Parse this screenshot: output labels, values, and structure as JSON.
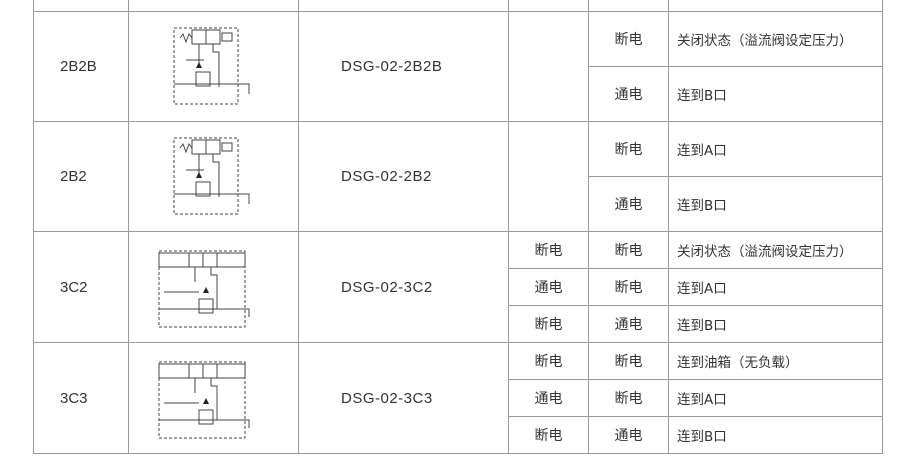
{
  "rows": [
    {
      "code": "2B2B",
      "model": "DSG-02-2B2B",
      "states": [
        {
          "a": "",
          "b": "断电",
          "desc": "关闭状态（溢流阀设定压力）"
        },
        {
          "a": "",
          "b": "通电",
          "desc": "连到B口"
        }
      ]
    },
    {
      "code": "2B2",
      "model": "DSG-02-2B2",
      "states": [
        {
          "a": "",
          "b": "断电",
          "desc": "连到A口"
        },
        {
          "a": "",
          "b": "通电",
          "desc": "连到B口"
        }
      ]
    },
    {
      "code": "3C2",
      "model": "DSG-02-3C2",
      "states": [
        {
          "a": "断电",
          "b": "断电",
          "desc": "关闭状态（溢流阀设定压力）"
        },
        {
          "a": "通电",
          "b": "断电",
          "desc": "连到A口"
        },
        {
          "a": "断电",
          "b": "通电",
          "desc": "连到B口"
        }
      ]
    },
    {
      "code": "3C3",
      "model": "DSG-02-3C3",
      "states": [
        {
          "a": "断电",
          "b": "断电",
          "desc": "连到油箱（无负载）"
        },
        {
          "a": "通电",
          "b": "断电",
          "desc": "连到A口"
        },
        {
          "a": "断电",
          "b": "通电",
          "desc": "连到B口"
        }
      ]
    }
  ]
}
